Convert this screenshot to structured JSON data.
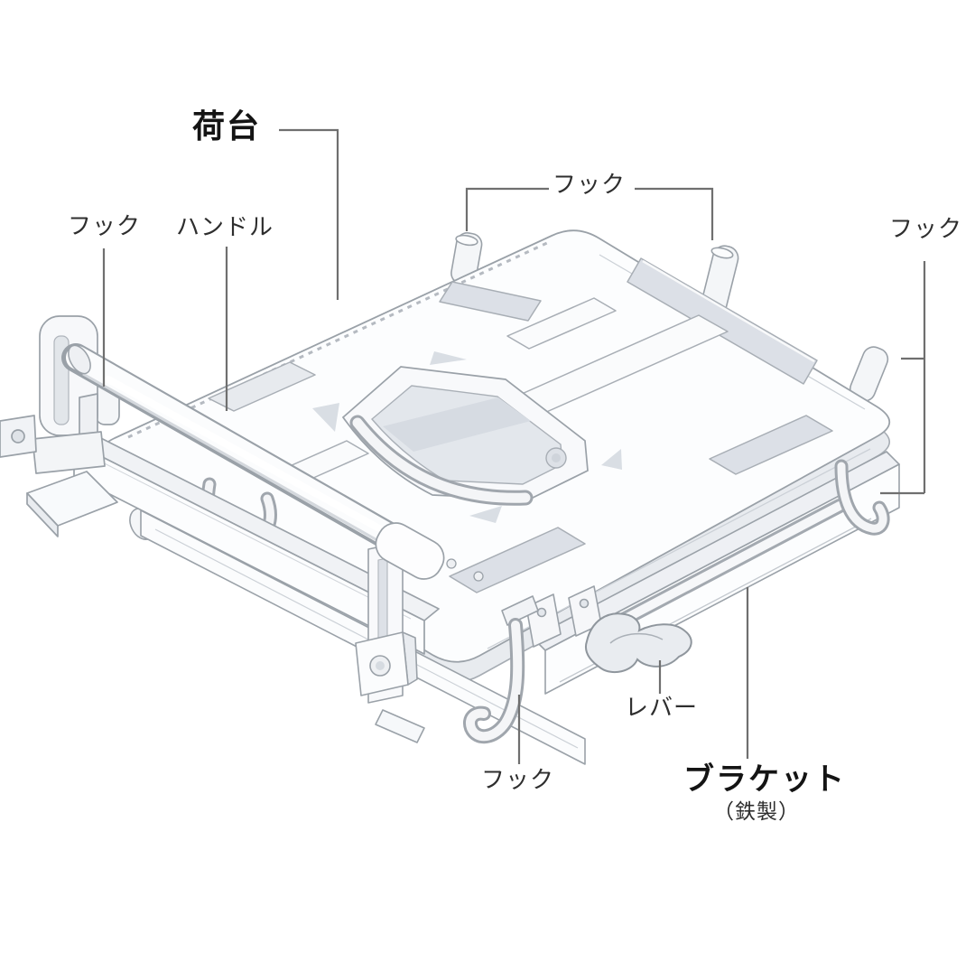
{
  "figure": {
    "type": "parts-diagram",
    "subject": "folding rear cargo rack (isometric technical line drawing)",
    "background_color": "#ffffff",
    "line_color": "#9aa1a8",
    "leader_line_color": "#6f6f6f",
    "shade_fill_color": "#e8ebef",
    "slot_fill_color": "#dce0e7",
    "text_color": "#2e2e2e"
  },
  "labels": {
    "bed": {
      "text": "荷台"
    },
    "hook_top": {
      "text": "フック"
    },
    "hook_left": {
      "text": "フック"
    },
    "handle": {
      "text": "ハンドル"
    },
    "hook_right": {
      "text": "フック"
    },
    "hook_bottom": {
      "text": "フック"
    },
    "lever": {
      "text": "レバー"
    },
    "bracket": {
      "text": "ブラケット"
    },
    "bracket_material": {
      "text": "（鉄製）"
    }
  }
}
